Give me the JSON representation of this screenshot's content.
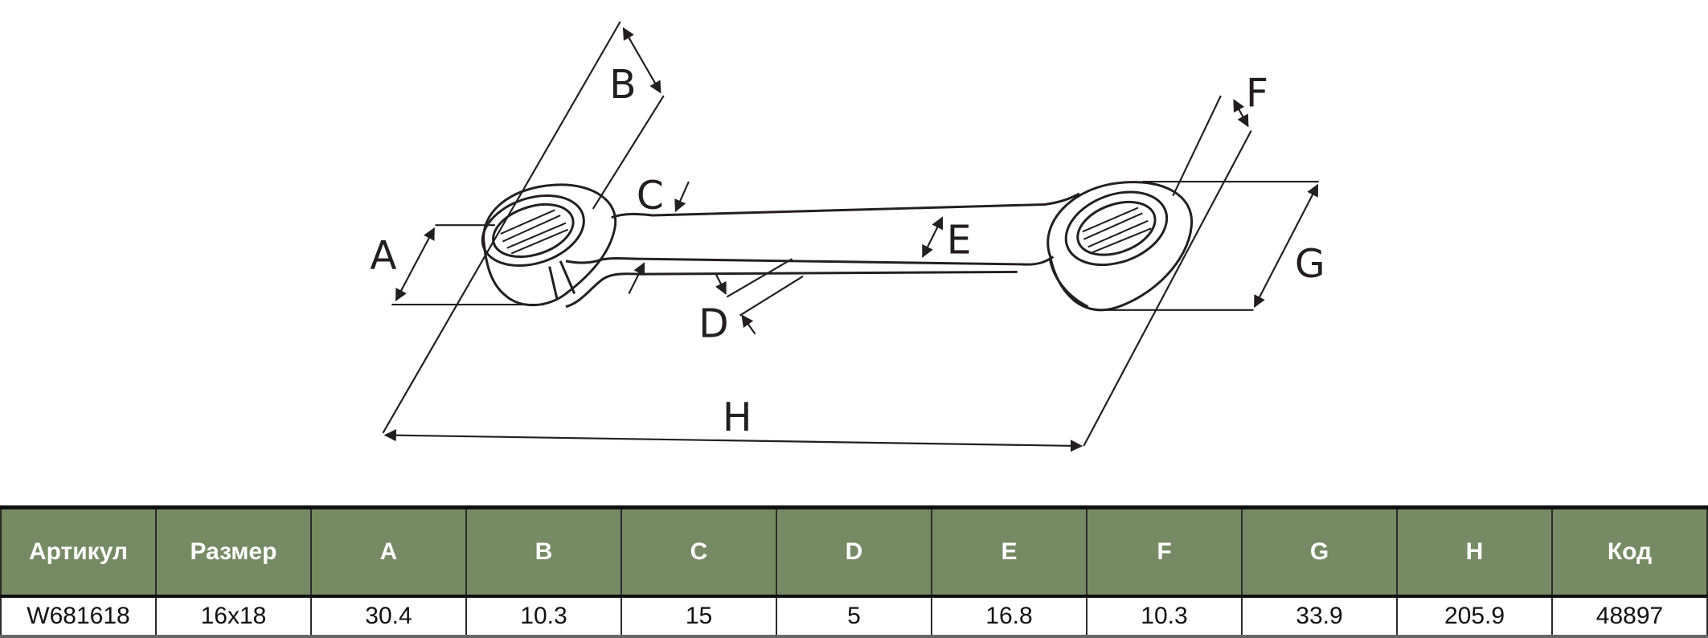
{
  "diagram": {
    "labels": {
      "A": "A",
      "B": "B",
      "C": "C",
      "D": "D",
      "E": "E",
      "F": "F",
      "G": "G",
      "H": "H"
    }
  },
  "table": {
    "headers": [
      "Артикул",
      "Размер",
      "A",
      "B",
      "C",
      "D",
      "E",
      "F",
      "G",
      "H",
      "Код"
    ],
    "rows": [
      [
        "W681618",
        "16x18",
        "30.4",
        "10.3",
        "15",
        "5",
        "16.8",
        "10.3",
        "33.9",
        "205.9",
        "48897"
      ]
    ]
  },
  "colors": {
    "header_bg": "#768b63",
    "line": "#231f20"
  }
}
